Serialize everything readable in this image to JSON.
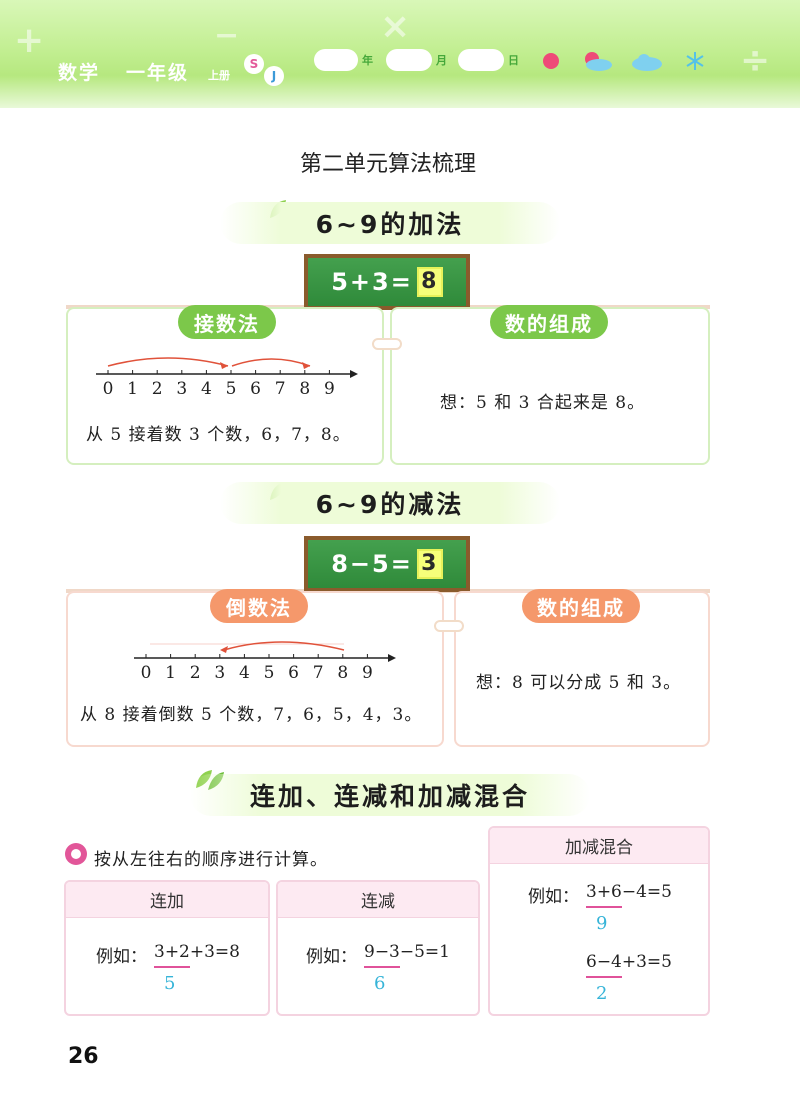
{
  "header": {
    "subject": "数学",
    "grade": "一年级",
    "volume": "上册",
    "badge_s": "S",
    "badge_j": "J",
    "year_label": "年",
    "month_label": "月",
    "day_label": "日",
    "accent": "#b6e87f"
  },
  "page_title": "第二单元算法梳理",
  "addition": {
    "title": "6~9的加法",
    "equation": "5+3=",
    "answer": "8",
    "method1": {
      "label": "接数法",
      "ticks": [
        "0",
        "1",
        "2",
        "3",
        "4",
        "5",
        "6",
        "7",
        "8",
        "9"
      ],
      "text": "从 5 接着数 3 个数，6，7，8。"
    },
    "method2": {
      "label": "数的组成",
      "text": "想：5 和 3 合起来是 8。"
    }
  },
  "subtraction": {
    "title": "6~9的减法",
    "equation": "8−5=",
    "answer": "3",
    "method1": {
      "label": "倒数法",
      "ticks": [
        "0",
        "1",
        "2",
        "3",
        "4",
        "5",
        "6",
        "7",
        "8",
        "9"
      ],
      "text": "从 8 接着倒数 5 个数，7，6，5，4，3。"
    },
    "method2": {
      "label": "数的组成",
      "text": "想：8 可以分成 5 和 3。"
    }
  },
  "mixed": {
    "title": "连加、连减和加减混合",
    "instruction": "按从左往右的顺序进行计算。",
    "cards": [
      {
        "title": "连加",
        "prefix": "例如：",
        "expr": "3+2+3=8",
        "partial": "5"
      },
      {
        "title": "连减",
        "prefix": "例如：",
        "expr": "9−3−5=1",
        "partial": "6"
      }
    ],
    "mix_card": {
      "title": "加减混合",
      "prefix": "例如：",
      "expr1": "3+6−4=5",
      "partial1": "9",
      "expr2": "6−4+3=5",
      "partial2": "2"
    }
  },
  "page_number": "26"
}
